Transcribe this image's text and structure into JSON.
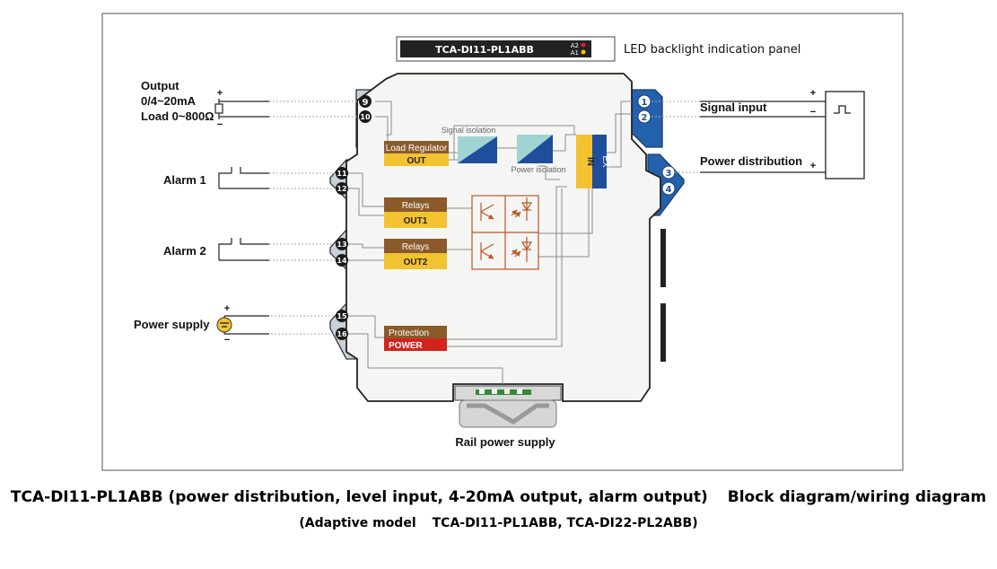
{
  "device": {
    "model": "TCA-DI11-PL1ABB",
    "led_panel": {
      "model": "TCA-DI11-PL1ABB",
      "leds": [
        "A2",
        "A1"
      ],
      "label": "LED backlight indication panel"
    },
    "colors": {
      "body": "#f5f5f3",
      "outline": "#222222",
      "left_terminal": "#c9d0d8",
      "right_terminal": "#2461ad",
      "gold": "#f2c230",
      "brown": "#8a5a2b",
      "red": "#d2231e",
      "teal": "#9fd4d2",
      "navy": "#1f4e9c",
      "relay_box": "#b8582a"
    }
  },
  "left": {
    "output": {
      "title": "Output",
      "range": "0/4~20mA",
      "load": "Load 0~800Ω",
      "plus": "+",
      "minus": "−",
      "terminals": [
        "9",
        "10"
      ]
    },
    "alarm1": {
      "label": "Alarm 1",
      "terminals": [
        "11",
        "12"
      ]
    },
    "alarm2": {
      "label": "Alarm 2",
      "terminals": [
        "13",
        "14"
      ]
    },
    "power": {
      "label": "Power supply",
      "plus": "+",
      "minus": "−",
      "terminals": [
        "15",
        "16"
      ]
    }
  },
  "right": {
    "signal": {
      "label": "Signal input",
      "plus": "+",
      "minus": "−",
      "terminals": [
        "1",
        "2"
      ]
    },
    "distribution": {
      "label": "Power distribution",
      "plus": "+",
      "terminals": [
        "3",
        "4"
      ]
    }
  },
  "blocks": {
    "load_regulator": {
      "title": "Load Regulator",
      "sub": "OUT"
    },
    "signal_isolation": "Signal isolation",
    "power_isolation": "Power isolation",
    "in_ex": {
      "in": "IN",
      "ex": "EX"
    },
    "relay1": {
      "title": "Relays",
      "sub": "OUT1"
    },
    "relay2": {
      "title": "Relays",
      "sub": "OUT2"
    },
    "protection": {
      "title": "Protection",
      "sub": "POWER"
    }
  },
  "rail": {
    "label": "Rail power supply"
  },
  "caption": {
    "title": "TCA-DI11-PL1ABB (power distribution, level input, 4-20mA output, alarm output)",
    "title_suffix": "Block diagram/wiring diagram",
    "subtitle_label": "(Adaptive model",
    "subtitle_models": "TCA-DI11-PL1ABB, TCA-DI22-PL2ABB)"
  }
}
